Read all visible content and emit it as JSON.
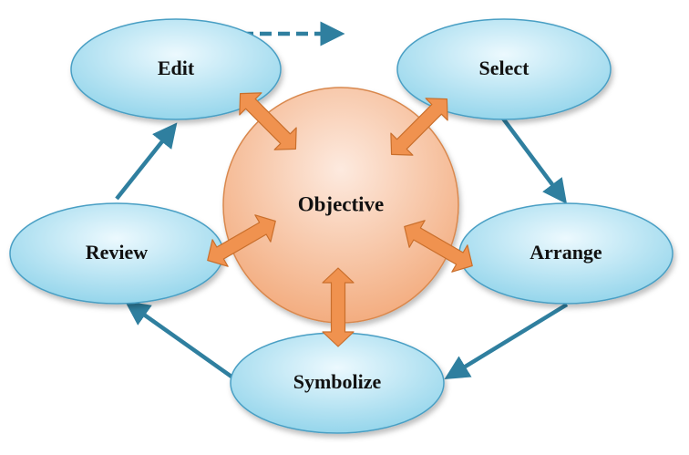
{
  "diagram": {
    "center": {
      "label": "Objective"
    },
    "nodes": {
      "edit": {
        "label": "Edit"
      },
      "select": {
        "label": "Select"
      },
      "arrange": {
        "label": "Arrange"
      },
      "symbolize": {
        "label": "Symbolize"
      },
      "review": {
        "label": "Review"
      }
    },
    "colors": {
      "node_fill_light": "#e8f8fd",
      "node_fill_dark": "#8fd3ea",
      "node_stroke": "#4a9fc4",
      "center_fill_light": "#fde6d6",
      "center_fill_dark": "#f5b58a",
      "center_stroke": "#d9884e",
      "arrow_teal": "#2f7f9f",
      "double_arrow_fill": "#f0924f",
      "double_arrow_stroke": "#c96f2c"
    }
  }
}
